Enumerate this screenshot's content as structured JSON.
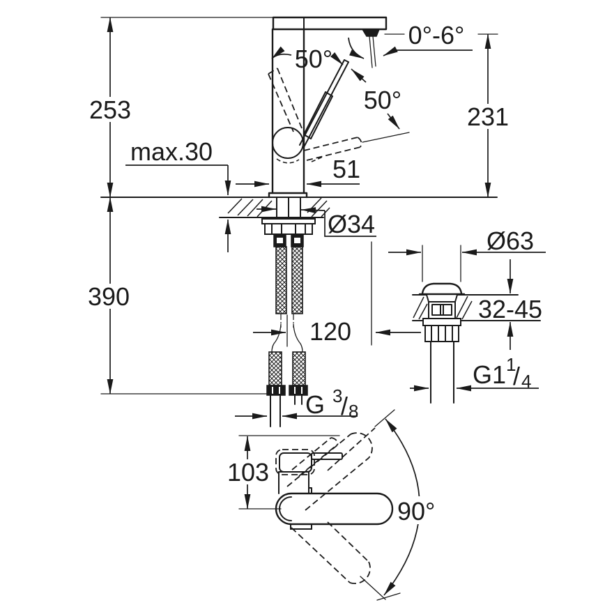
{
  "page": {
    "background": "#ffffff",
    "line_color": "#1a1a1a"
  },
  "drawing": {
    "kind": "faucet-installation-dimension-drawing",
    "side_view": {
      "height_above_deck": "253",
      "spout_outlet_height": "231",
      "max_deck_thickness": "max.30",
      "body_depth": "51",
      "shank_diameter": "Ø34",
      "below_deck_length": "390",
      "hose_offset": "120",
      "lever_open_angle": "50°",
      "lever_travel_angle": "50°",
      "aerator_tilt_range": "0°-6°",
      "supply_thread": {
        "prefix": "G",
        "numerator": "3",
        "slash": "/",
        "denominator": "8"
      }
    },
    "waste_view": {
      "flange_diameter": "Ø63",
      "deck_thickness_range": "32-45",
      "waste_thread": {
        "prefix": "G1",
        "numerator": "1",
        "slash": "/",
        "denominator": "4"
      }
    },
    "top_view": {
      "handle_depth": "103",
      "spout_swivel_angle": "90°"
    }
  }
}
